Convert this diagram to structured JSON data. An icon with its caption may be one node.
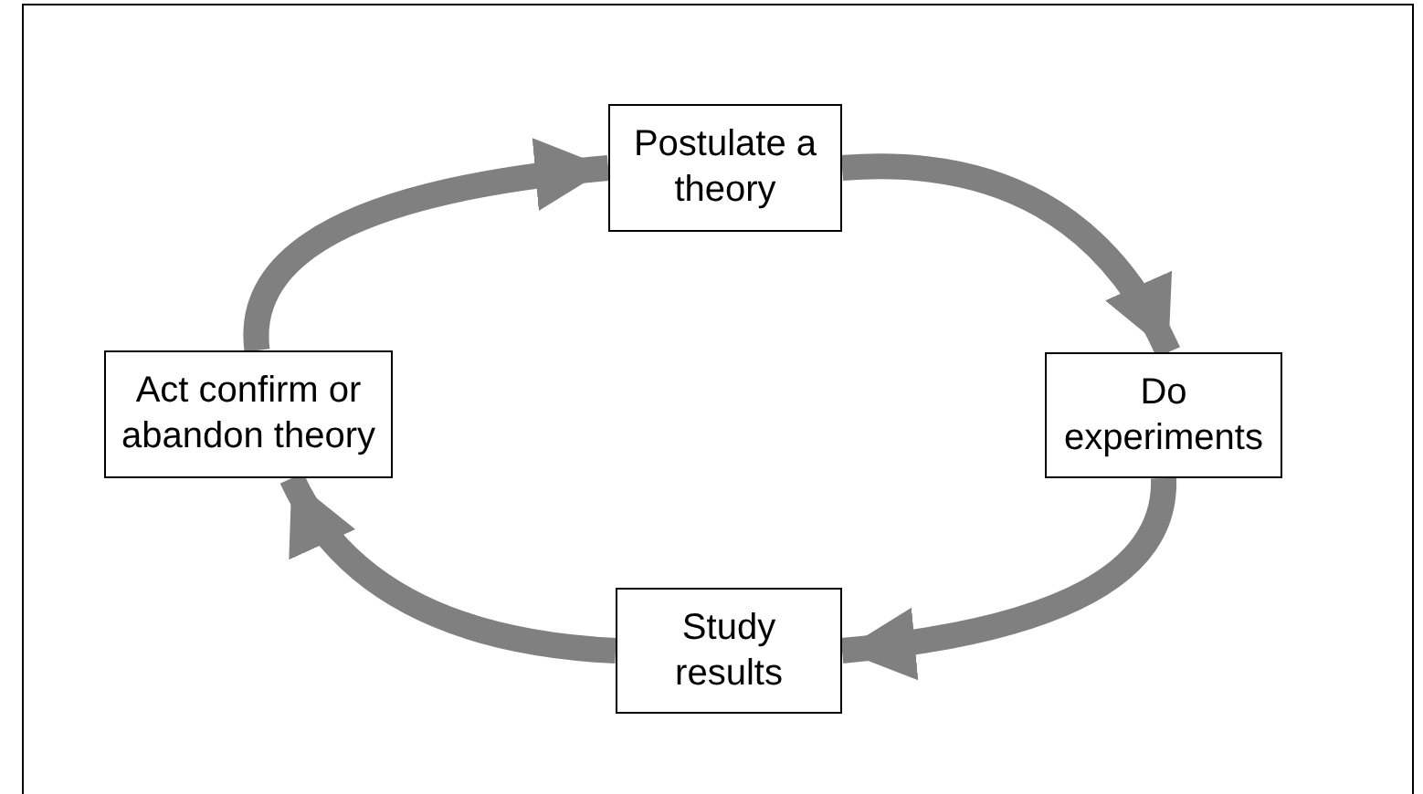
{
  "diagram": {
    "nodes": [
      {
        "text": [
          "Postulate a theory"
        ]
      },
      {
        "text": [
          "Do experiments"
        ]
      },
      {
        "text": [
          "Study results"
        ]
      },
      {
        "text": [
          "Act confirm or abandon theory"
        ]
      }
    ],
    "edges": [
      {
        "from": 0,
        "to": 1,
        "arrow": "to"
      },
      {
        "from": 1,
        "to": 2,
        "arrow": "to"
      },
      {
        "from": 2,
        "to": 3,
        "arrow": "to"
      },
      {
        "from": 3,
        "to": 0,
        "arrow": "to"
      }
    ]
  }
}
